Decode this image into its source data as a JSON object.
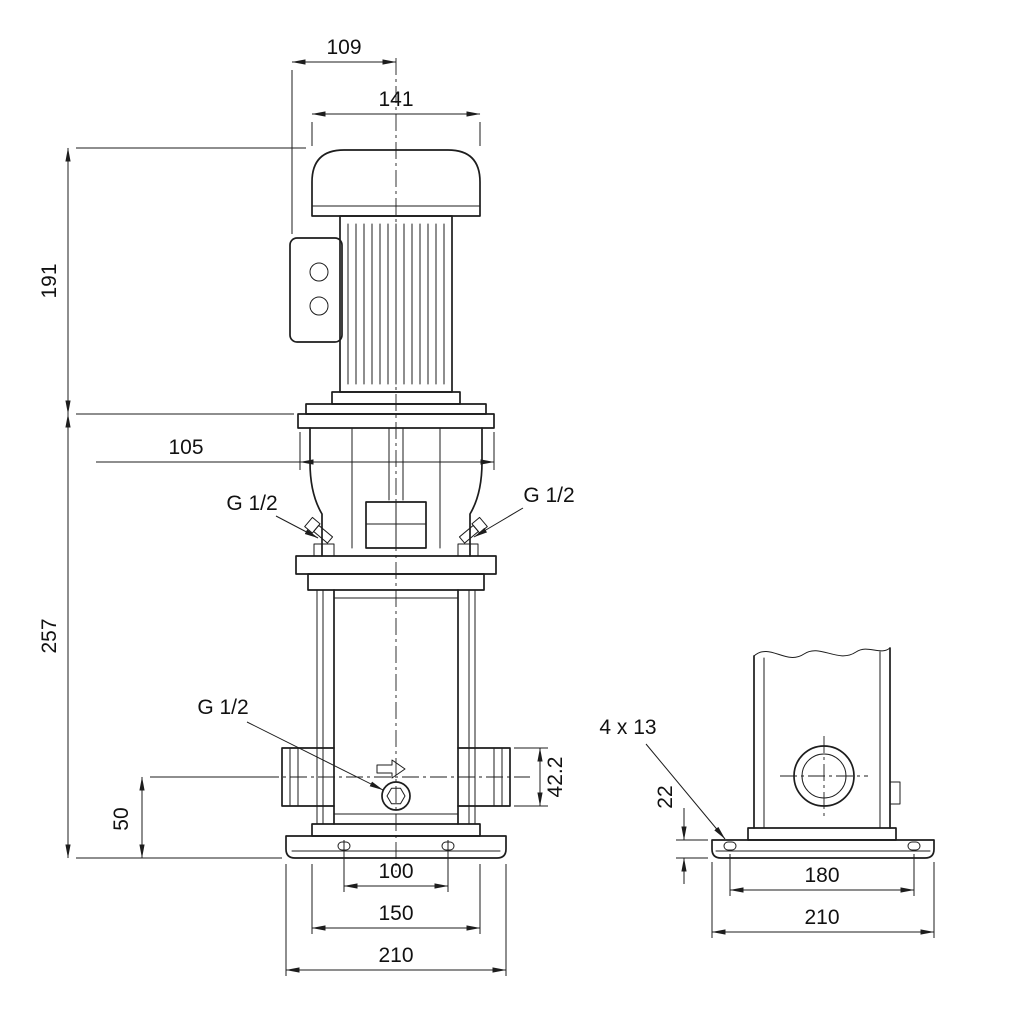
{
  "drawing": {
    "front_view": {
      "dim_top_offset": "109",
      "dim_motor_width": "141",
      "dim_motor_height": "191",
      "dim_stool_width": "105",
      "dim_pump_height": "257",
      "label_plug_left": "G 1/2",
      "label_plug_right": "G 1/2",
      "label_drain": "G 1/2",
      "dim_port_height": "50",
      "dim_port_flange": "42.2",
      "dim_base_inner": "100",
      "dim_base_mid": "150",
      "dim_base_width": "210"
    },
    "side_view": {
      "label_bolt_holes": "4 x 13",
      "dim_base_height": "22",
      "dim_bolt_spacing": "180",
      "dim_base_width": "210"
    }
  }
}
